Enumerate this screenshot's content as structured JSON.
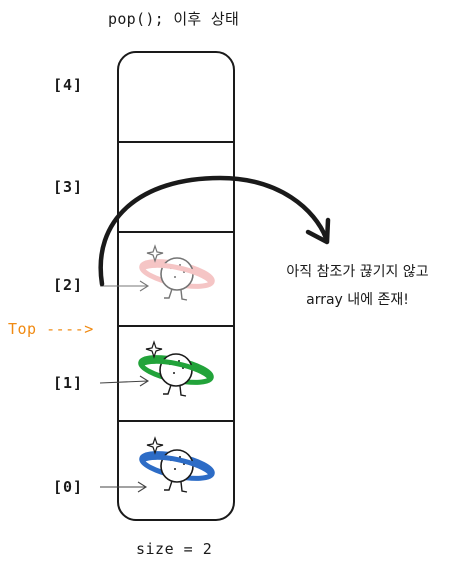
{
  "title": "pop(); 이후 상태",
  "indices": [
    "[4]",
    "[3]",
    "[2]",
    "[1]",
    "[0]"
  ],
  "top_label": "Top ---->",
  "note": {
    "line1": "아직 참조가 끊기지 않고",
    "line2": "array 내에 존재!"
  },
  "size_label": "size = 2",
  "colors": {
    "top_label": "#f08a12",
    "ring_index2": "#f0a0a0",
    "ring_index1": "#22a33a",
    "ring_index0": "#2d6cc6"
  }
}
